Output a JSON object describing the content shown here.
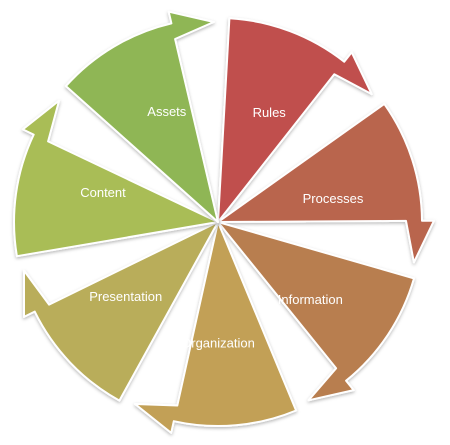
{
  "diagram": {
    "segments": [
      {
        "key": "rules",
        "label": "Rules",
        "color": "#c0504d"
      },
      {
        "key": "processes",
        "label": "Processes",
        "color": "#b9654e"
      },
      {
        "key": "information",
        "label": "Information",
        "color": "#b87e4f"
      },
      {
        "key": "organization",
        "label": "Organization",
        "color": "#c2a056"
      },
      {
        "key": "presentation",
        "label": "Presentation",
        "color": "#b9ad5a"
      },
      {
        "key": "content",
        "label": "Content",
        "color": "#a9bd57"
      },
      {
        "key": "assets",
        "label": "Assets",
        "color": "#8fb655"
      }
    ]
  }
}
